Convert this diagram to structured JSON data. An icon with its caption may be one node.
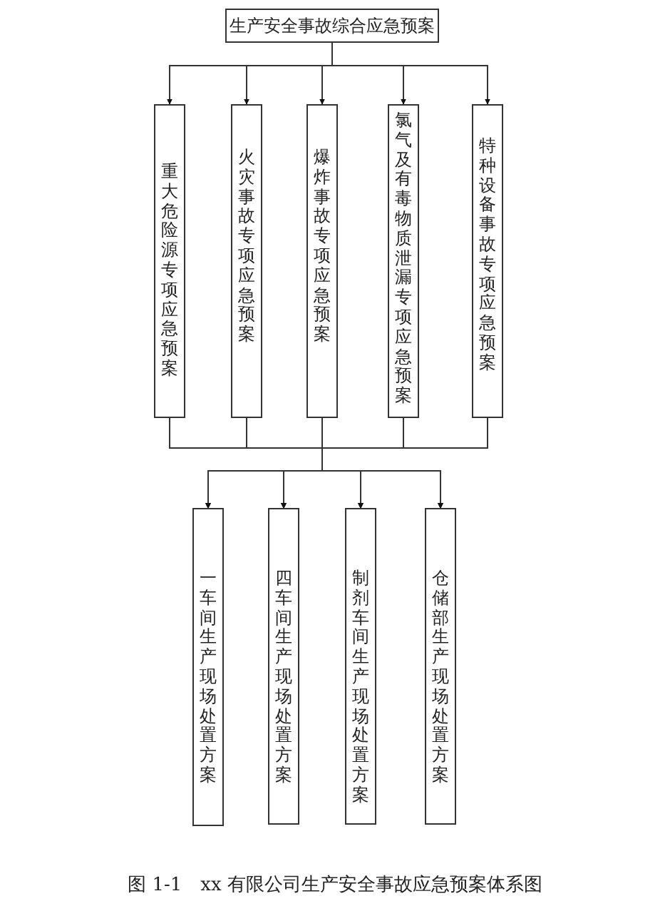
{
  "diagram": {
    "caption": "图 1-1　xx 有限公司生产安全事故应急预案体系图",
    "nodes": [
      {
        "text": [
          "生产安全事故综合应急预案"
        ]
      },
      {
        "text": [
          "重大危险源专项应急预案"
        ]
      },
      {
        "text": [
          "火灾事故专项应急预案"
        ]
      },
      {
        "text": [
          "爆炸事故专项应急预案"
        ]
      },
      {
        "text": [
          "氯气及有毒物质泄漏专项应急预案"
        ]
      },
      {
        "text": [
          "特种设备事故专项应急预案"
        ]
      },
      {
        "text": [
          "一车间生产现场处置方案"
        ]
      },
      {
        "text": [
          "四车间生产现场处置方案"
        ]
      },
      {
        "text": [
          "制剂车间生产现场处置方案"
        ]
      },
      {
        "text": [
          "仓储部生产现场处置方案"
        ]
      }
    ],
    "edges": [
      {
        "from": 0,
        "to": 1,
        "arrow": "to"
      },
      {
        "from": 0,
        "to": 2,
        "arrow": "to"
      },
      {
        "from": 0,
        "to": 3,
        "arrow": "to"
      },
      {
        "from": 0,
        "to": 4,
        "arrow": "to"
      },
      {
        "from": 0,
        "to": 5,
        "arrow": "to"
      },
      {
        "from": 1,
        "to": 6,
        "arrow": "to"
      },
      {
        "from": 1,
        "to": 7,
        "arrow": "to"
      },
      {
        "from": 1,
        "to": 8,
        "arrow": "to"
      },
      {
        "from": 1,
        "to": 9,
        "arrow": "to"
      },
      {
        "from": 2,
        "to": 6,
        "arrow": "to"
      },
      {
        "from": 2,
        "to": 7,
        "arrow": "to"
      },
      {
        "from": 2,
        "to": 8,
        "arrow": "to"
      },
      {
        "from": 2,
        "to": 9,
        "arrow": "to"
      },
      {
        "from": 3,
        "to": 6,
        "arrow": "to"
      },
      {
        "from": 3,
        "to": 7,
        "arrow": "to"
      },
      {
        "from": 3,
        "to": 8,
        "arrow": "to"
      },
      {
        "from": 3,
        "to": 9,
        "arrow": "to"
      },
      {
        "from": 4,
        "to": 6,
        "arrow": "to"
      },
      {
        "from": 4,
        "to": 7,
        "arrow": "to"
      },
      {
        "from": 4,
        "to": 8,
        "arrow": "to"
      },
      {
        "from": 4,
        "to": 9,
        "arrow": "to"
      },
      {
        "from": 5,
        "to": 6,
        "arrow": "to"
      },
      {
        "from": 5,
        "to": 7,
        "arrow": "to"
      },
      {
        "from": 5,
        "to": 8,
        "arrow": "to"
      },
      {
        "from": 5,
        "to": 9,
        "arrow": "to"
      }
    ]
  }
}
